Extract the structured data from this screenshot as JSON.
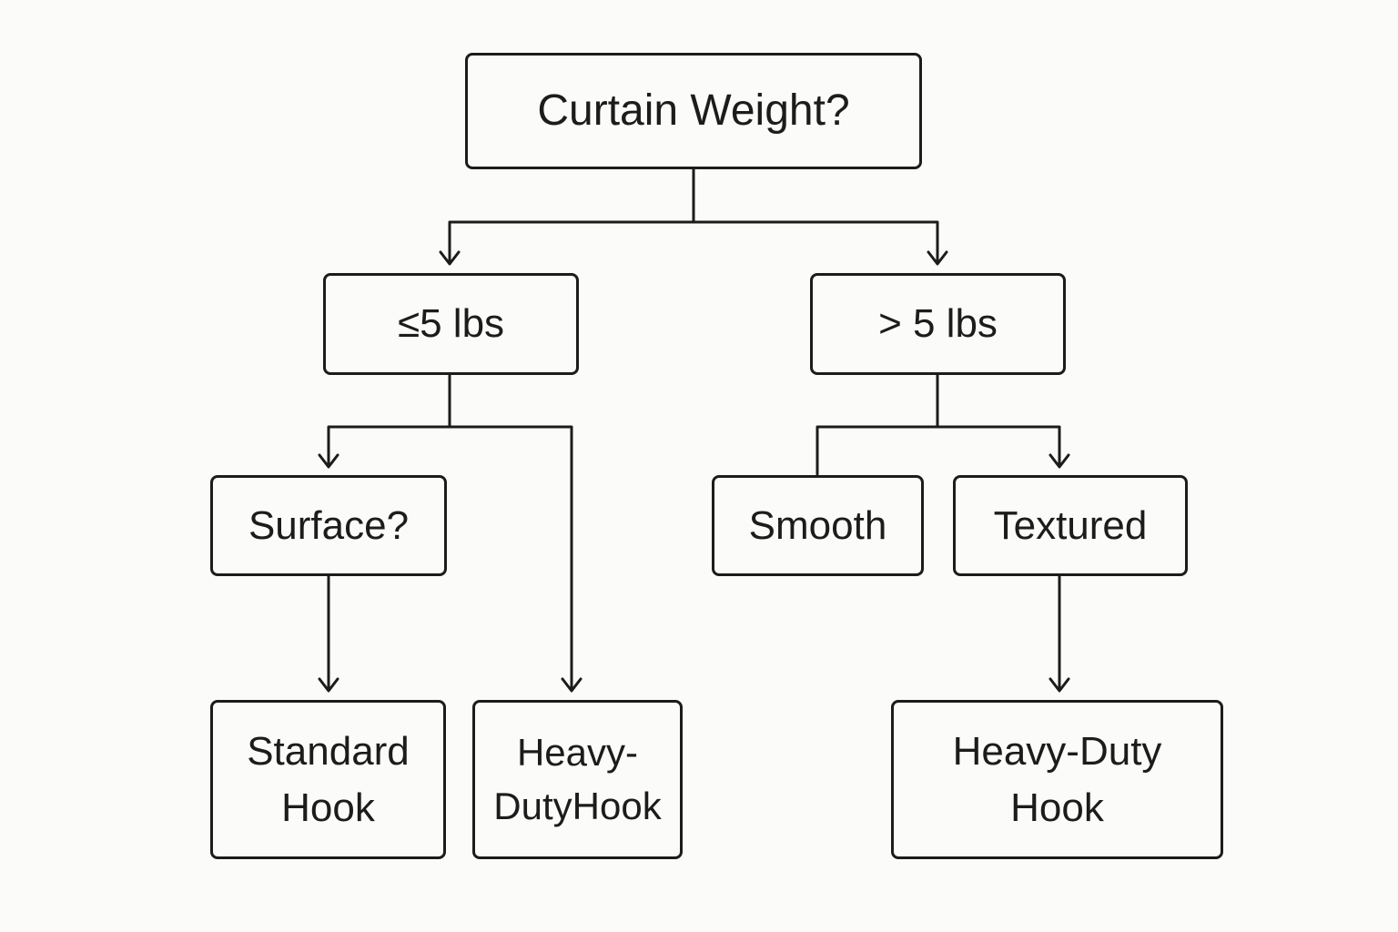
{
  "diagram": {
    "nodes": {
      "root": "Curtain Weight?",
      "light": "≤5 lbs",
      "heavy": "> 5 lbs",
      "surface": "Surface?",
      "smooth": "Smooth",
      "textured": "Textured",
      "standard_hook": "Standard\nHook",
      "heavy_duty_hook_left": "Heavy-\nDutyHook",
      "heavy_duty_hook_right": "Heavy-Duty\nHook"
    },
    "edges": [
      {
        "from": "root",
        "to": "light",
        "arrow": true
      },
      {
        "from": "root",
        "to": "heavy",
        "arrow": true
      },
      {
        "from": "light",
        "to": "surface",
        "arrow": true
      },
      {
        "from": "light",
        "to": "heavy_duty_hook_left",
        "arrow": true
      },
      {
        "from": "heavy",
        "to": "smooth",
        "arrow": false
      },
      {
        "from": "heavy",
        "to": "textured",
        "arrow": true
      },
      {
        "from": "surface",
        "to": "standard_hook",
        "arrow": true
      },
      {
        "from": "textured",
        "to": "heavy_duty_hook_right",
        "arrow": true
      }
    ],
    "colors": {
      "stroke": "#1c1c1c",
      "background": "#fbfbf9"
    }
  }
}
